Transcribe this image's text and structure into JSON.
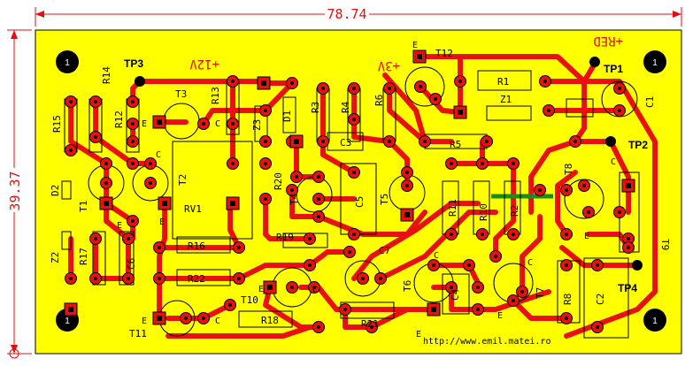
{
  "dimensions": {
    "width": "78.74",
    "height": "39.37"
  },
  "rails": {
    "v12": "+12V",
    "v3": "+3V",
    "red": "+RED"
  },
  "test_points": {
    "tp1": "TP1",
    "tp2": "TP2",
    "tp3": "TP3",
    "tp4": "TP4"
  },
  "mount_label": "1",
  "resistors": {
    "r1": "R1",
    "r2": "R2",
    "r3": "R3",
    "r4": "R4",
    "r5": "R5",
    "r6": "R6",
    "r8": "R8",
    "r10": "R10",
    "r11": "R11",
    "r12": "R12",
    "r13": "R13",
    "r14": "R14",
    "r15": "R15",
    "r16": "R16",
    "r17": "R17",
    "r18": "R18",
    "r19": "R19",
    "r20": "R20",
    "r21": "R21",
    "r22": "R22",
    "rv1": "RV1"
  },
  "capacitors": {
    "c1": "C1",
    "c2": "C2",
    "c3": "C3",
    "c4": "C4",
    "c5": "C5",
    "c6": "C6",
    "c7": "C7"
  },
  "diodes": {
    "d1": "D1",
    "d2": "D2",
    "z1": "Z1",
    "z2": "Z2",
    "z3": "Z3"
  },
  "transistors": {
    "t1": "T1",
    "t2": "T2",
    "t3": "T3",
    "t4": "T4",
    "t5": "T5",
    "t6": "T6",
    "t7": "T7",
    "t8": "T8",
    "t9": "T9",
    "t10": "T10",
    "t11": "T11",
    "t12": "T12"
  },
  "pins": {
    "e": "E",
    "c": "C"
  },
  "url": "http://www.emil.matei.ro",
  "colors": {
    "board": "#ffff00",
    "trace": "#e81010",
    "dimension": "#e01010",
    "jumper": "#1a8c1a"
  }
}
